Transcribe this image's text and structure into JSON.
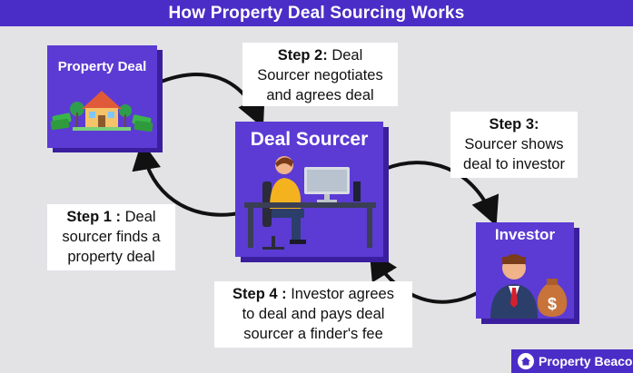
{
  "title": "How Property Deal Sourcing Works",
  "cards": {
    "property_deal": "Property Deal",
    "deal_sourcer": "Deal Sourcer",
    "investor": "Investor"
  },
  "steps": {
    "step1": {
      "label": "Step 1 :",
      "text_line1": " Deal",
      "text_line2": "sourcer finds a",
      "text_line3": "property deal"
    },
    "step2": {
      "label": "Step 2:",
      "text_line1": " Deal",
      "text_line2": "Sourcer negotiates",
      "text_line3": "and agrees deal"
    },
    "step3": {
      "label": "Step 3:",
      "text_line2": "Sourcer shows",
      "text_line3": "deal to investor"
    },
    "step4": {
      "label": "Step 4 :",
      "text_line1": " Investor agrees",
      "text_line2": "to deal and pays deal",
      "text_line3": "sourcer a finder's fee"
    }
  },
  "brand": {
    "name": "Property Beacon"
  },
  "colors": {
    "primary": "#5b3bd3",
    "title_bar": "#4a2dc6",
    "background": "#e3e3e6"
  }
}
